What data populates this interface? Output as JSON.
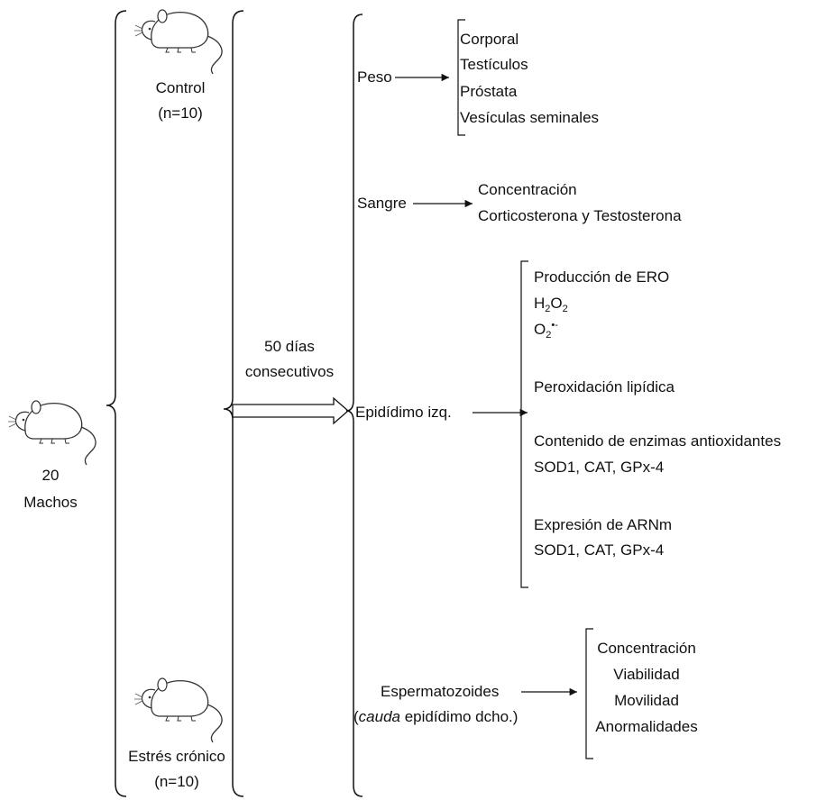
{
  "root": {
    "count": "20",
    "label": "Machos"
  },
  "groups": {
    "control": {
      "name": "Control",
      "n": "(n=10)"
    },
    "stress": {
      "name": "Estrés crónico",
      "n": "(n=10)"
    }
  },
  "duration": {
    "line1": "50 días",
    "line2": "consecutivos"
  },
  "branches": {
    "peso": {
      "label": "Peso",
      "items": [
        "Corporal",
        "Testículos",
        "Próstata",
        "Vesículas seminales"
      ]
    },
    "sangre": {
      "label": "Sangre",
      "items": [
        "Concentración",
        "Corticosterona y Testosterona"
      ]
    },
    "epididimo": {
      "label": "Epidídimo izq.",
      "ero_title": "Producción de ERO",
      "h2o2": {
        "h": "H",
        "h_sub": "2",
        "o": "O",
        "o_sub": "2"
      },
      "o2": {
        "o": "O",
        "o_sub": "2",
        "radical": "•-"
      },
      "lipid": "Peroxidación lipídica",
      "enzymes_title": "Contenido de enzimas antioxidantes",
      "enzymes_list": "SOD1, CAT, GPx-4",
      "mrna_title": "Expresión de ARNm",
      "mrna_list": "SOD1, CAT, GPx-4"
    },
    "esperma": {
      "label": "Espermatozoides",
      "sub_open": "(",
      "sub_italic": "cauda",
      "sub_rest": " epidídimo dcho.)",
      "items": [
        "Concentración",
        "Viabilidad",
        "Movilidad",
        "Anormalidades"
      ]
    }
  }
}
